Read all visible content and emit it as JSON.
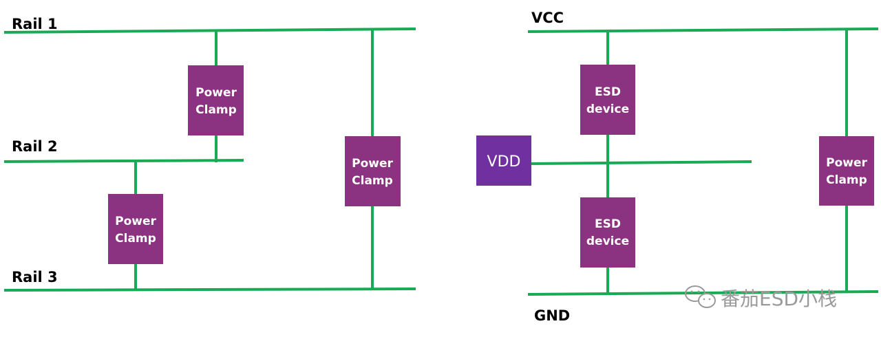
{
  "left_circuit": {
    "rails": [
      "Rail 1",
      "Rail 2",
      "Rail 3"
    ],
    "clamps": [
      {
        "line1": "Power",
        "line2": "Clamp"
      },
      {
        "line1": "Power",
        "line2": "Clamp"
      },
      {
        "line1": "Power",
        "line2": "Clamp"
      }
    ]
  },
  "right_circuit": {
    "vcc_label": "VCC",
    "gnd_label": "GND",
    "vdd_label": "VDD",
    "esd_devices": [
      {
        "line1": "ESD",
        "line2": "device"
      },
      {
        "line1": "ESD",
        "line2": "device"
      }
    ],
    "clamp": {
      "line1": "Power",
      "line2": "Clamp"
    }
  },
  "watermark": {
    "text": "番茄ESD小栈"
  },
  "colors": {
    "wire": "#1aaa55",
    "box": "#8b3380",
    "vdd_box": "#7030a0",
    "label": "#000000",
    "watermark": "#9a9a9a"
  }
}
